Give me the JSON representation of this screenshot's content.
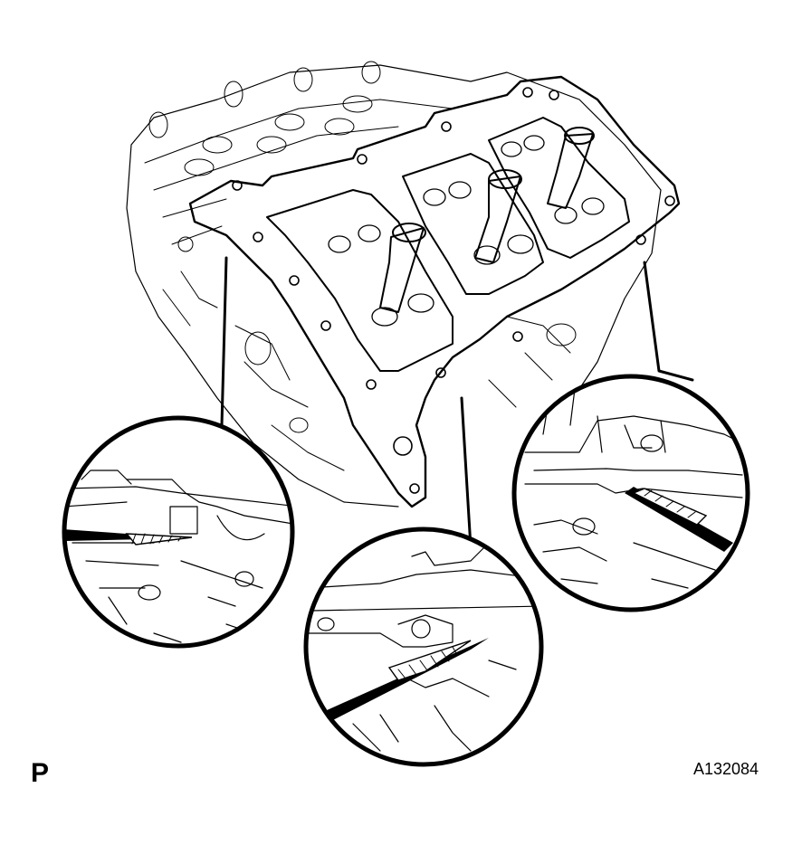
{
  "figure": {
    "view_label": "P",
    "figure_id": "A132084"
  },
  "callouts": [
    {
      "id": "left-detail"
    },
    {
      "id": "center-detail"
    },
    {
      "id": "right-detail"
    }
  ]
}
